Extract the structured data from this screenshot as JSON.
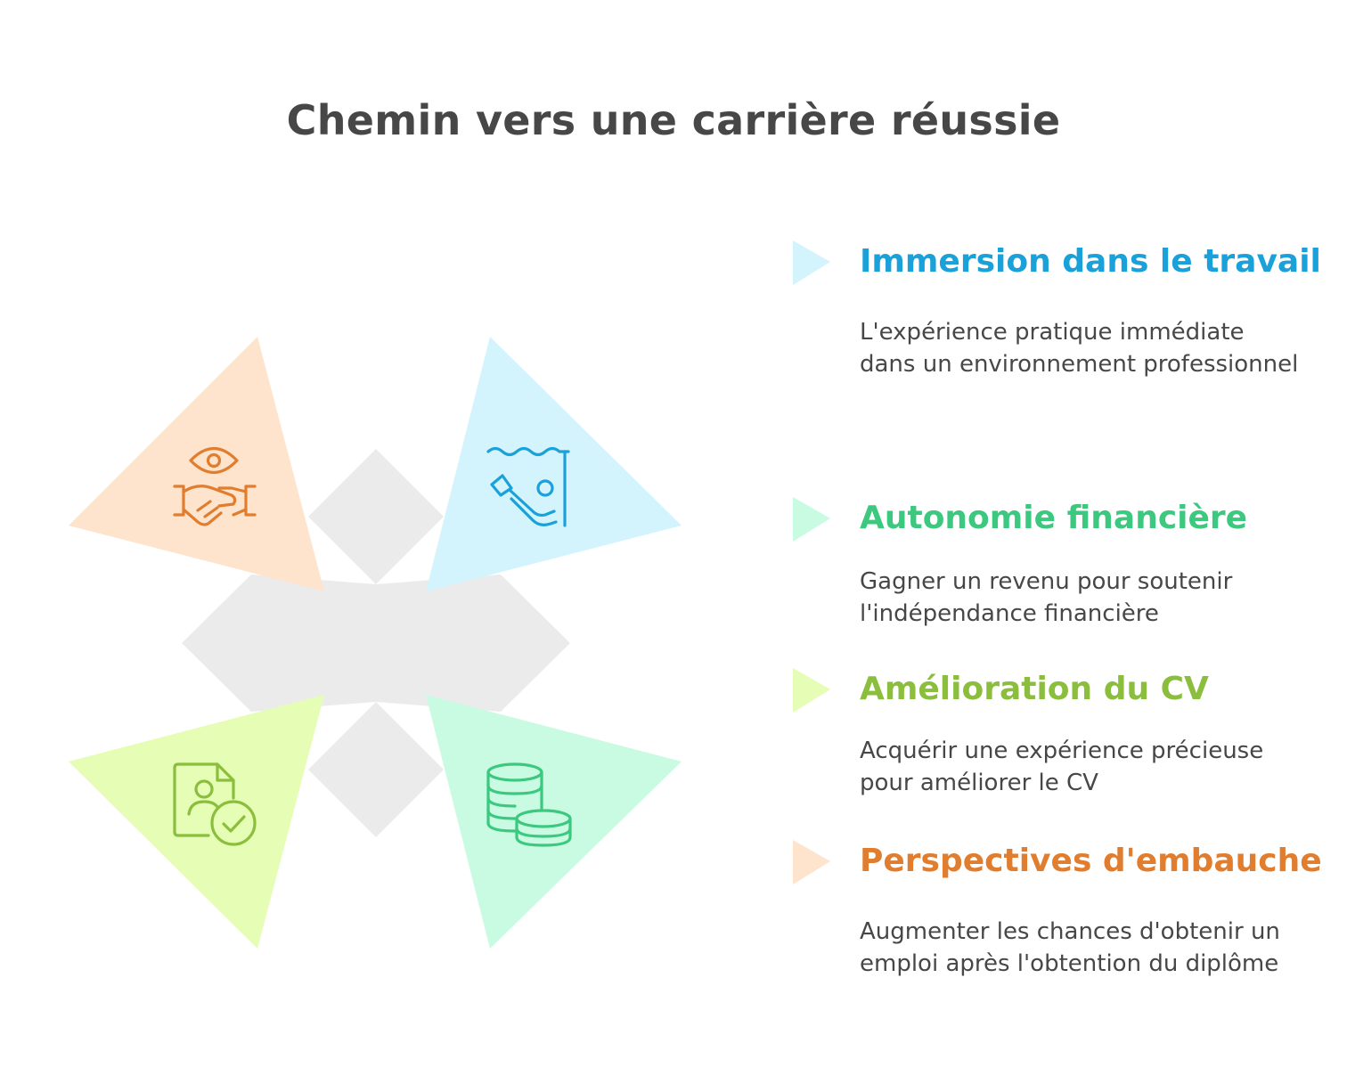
{
  "title": "Chemin vers une carrière réussie",
  "colors": {
    "cross": "#ebebeb",
    "blue": "#1aa1d9",
    "blue_fill": "#d3f3fd",
    "green": "#3cc87f",
    "green_fill": "#c9fbe3",
    "lime": "#8abe3c",
    "lime_fill": "#e6fdb5",
    "orange": "#e07d2e",
    "orange_fill": "#fee3cd",
    "text": "#474747"
  },
  "items": [
    {
      "heading": "Immersion dans le travail",
      "description": "L'expérience pratique immédiate dans un environnement professionnel",
      "icon": "diver-icon"
    },
    {
      "heading": "Autonomie financière",
      "description": "Gagner un revenu pour soutenir l'indépendance financière",
      "icon": "coins-icon"
    },
    {
      "heading": "Amélioration du CV",
      "description": "Acquérir une expérience précieuse pour améliorer le CV",
      "icon": "resume-check-icon"
    },
    {
      "heading": "Perspectives d'embauche",
      "description": "Augmenter les chances d'obtenir un emploi après l'obtention du diplôme",
      "icon": "handshake-eye-icon"
    }
  ]
}
